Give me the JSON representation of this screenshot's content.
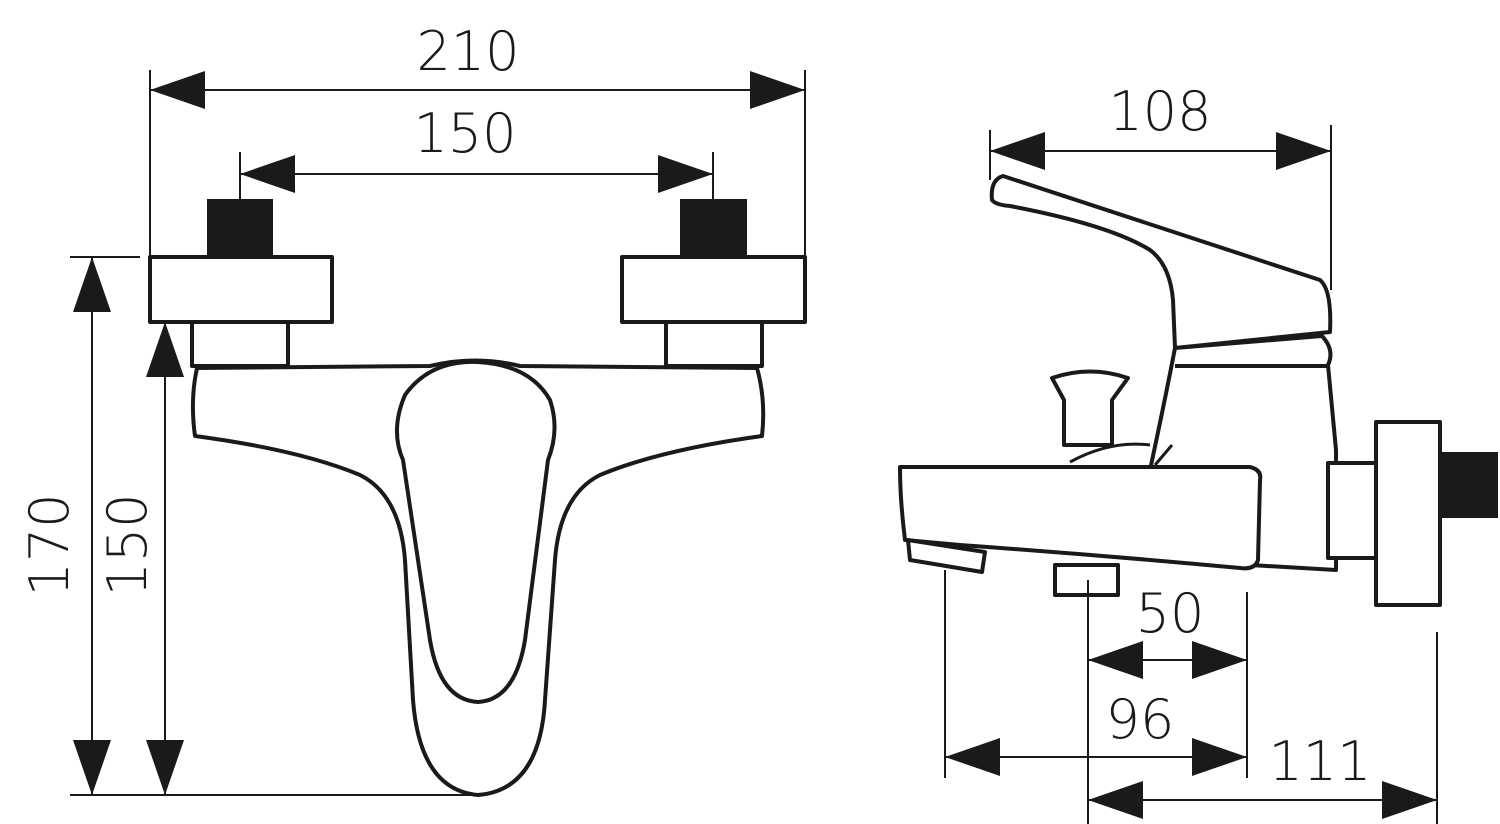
{
  "drawing": {
    "front_view": {
      "dimensions": {
        "overall_width": "210",
        "inlet_spacing": "150",
        "overall_height": "170",
        "body_height": "150"
      }
    },
    "side_view": {
      "dimensions": {
        "lever_length": "108",
        "diverter_offset": "50",
        "spout_offset": "96",
        "projection": "111"
      }
    },
    "colors": {
      "line": "#1a1a1a",
      "background": "#ffffff"
    }
  }
}
